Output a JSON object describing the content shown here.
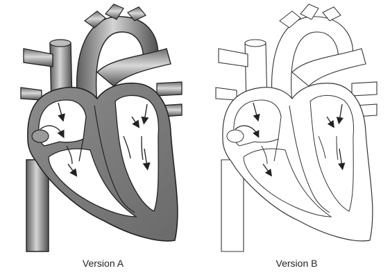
{
  "figure": {
    "versions": [
      {
        "id": "A",
        "label": "Version A",
        "style": "shaded"
      },
      {
        "id": "B",
        "label": "Version B",
        "style": "outline"
      }
    ],
    "colors": {
      "ink": "#222222",
      "shaded_fill": "#8a8a8a",
      "shaded_dark": "#5a5a5a",
      "shaded_light": "#c8c8c8",
      "outline_fill": "#ffffff"
    }
  }
}
